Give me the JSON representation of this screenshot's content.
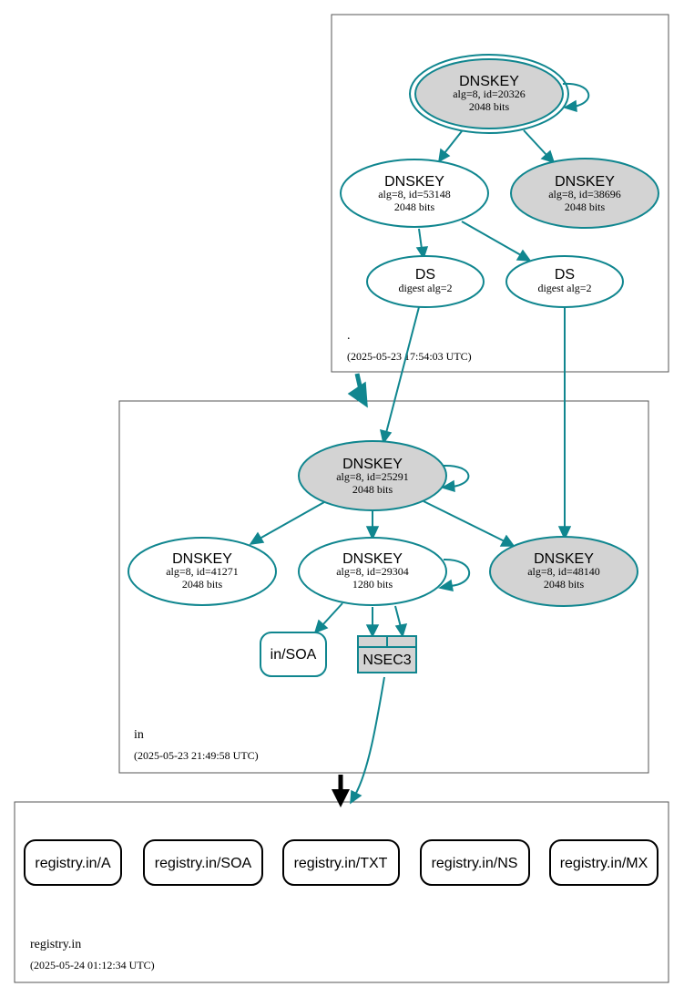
{
  "zones": {
    "root": {
      "name": ".",
      "timestamp": "(2025-05-23 17:54:03 UTC)"
    },
    "in": {
      "name": "in",
      "timestamp": "(2025-05-23 21:49:58 UTC)"
    },
    "registry": {
      "name": "registry.in",
      "timestamp": "(2025-05-24 01:12:34 UTC)"
    }
  },
  "nodes": {
    "root_ksk": {
      "title": "DNSKEY",
      "line1": "alg=8, id=20326",
      "line2": "2048 bits"
    },
    "root_zsk1": {
      "title": "DNSKEY",
      "line1": "alg=8, id=53148",
      "line2": "2048 bits"
    },
    "root_zsk2": {
      "title": "DNSKEY",
      "line1": "alg=8, id=38696",
      "line2": "2048 bits"
    },
    "root_ds1": {
      "title": "DS",
      "line1": "digest alg=2"
    },
    "root_ds2": {
      "title": "DS",
      "line1": "digest alg=2"
    },
    "in_ksk": {
      "title": "DNSKEY",
      "line1": "alg=8, id=25291",
      "line2": "2048 bits"
    },
    "in_key_41271": {
      "title": "DNSKEY",
      "line1": "alg=8, id=41271",
      "line2": "2048 bits"
    },
    "in_zsk": {
      "title": "DNSKEY",
      "line1": "alg=8, id=29304",
      "line2": "1280 bits"
    },
    "in_key_48140": {
      "title": "DNSKEY",
      "line1": "alg=8, id=48140",
      "line2": "2048 bits"
    },
    "in_soa": {
      "label": "in/SOA"
    },
    "in_nsec3": {
      "label": "NSEC3"
    }
  },
  "rrsets": [
    {
      "label": "registry.in/A"
    },
    {
      "label": "registry.in/SOA"
    },
    {
      "label": "registry.in/TXT"
    },
    {
      "label": "registry.in/NS"
    },
    {
      "label": "registry.in/MX"
    }
  ],
  "colors": {
    "edge": "#10868f",
    "key_fill": "#d3d3d3",
    "box_stroke": "#555555"
  }
}
